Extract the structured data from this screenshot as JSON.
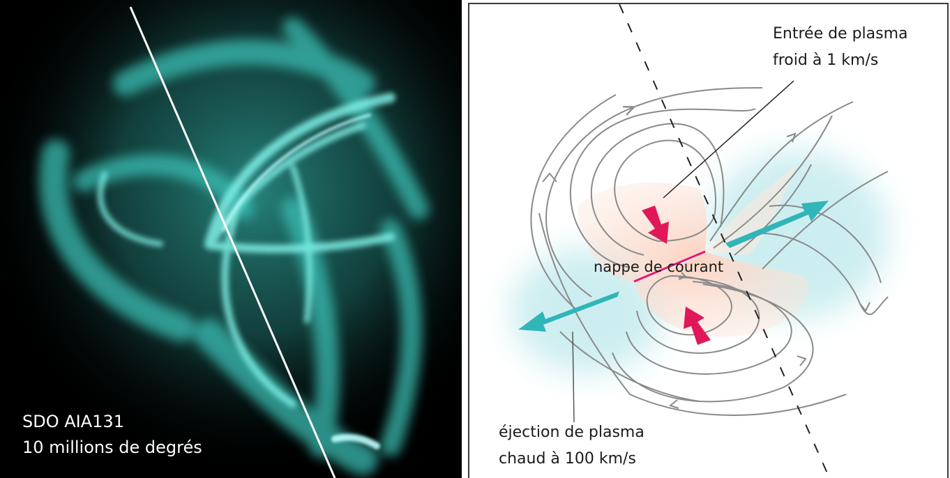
{
  "left_image": {
    "caption_line1": "SDO AIA131",
    "caption_line2": "10 millions de degrés",
    "colors": {
      "plasma": "#40d6c8",
      "background": "#000000"
    }
  },
  "diagram": {
    "inflow_label_line1": "Entrée de plasma",
    "inflow_label_line2": "froid à 1 km/s",
    "current_sheet_label": "nappe de courant",
    "ejection_label_line1": "éjection de plasma",
    "ejection_label_line2": "chaud à 100 km/s",
    "colors": {
      "inflow_arrow": "#e0185a",
      "outflow_arrow": "#30b5b8",
      "current_sheet": "#e0187a",
      "hot_region": "#fbd3c2",
      "field_lines": "#8a8a8a"
    }
  }
}
